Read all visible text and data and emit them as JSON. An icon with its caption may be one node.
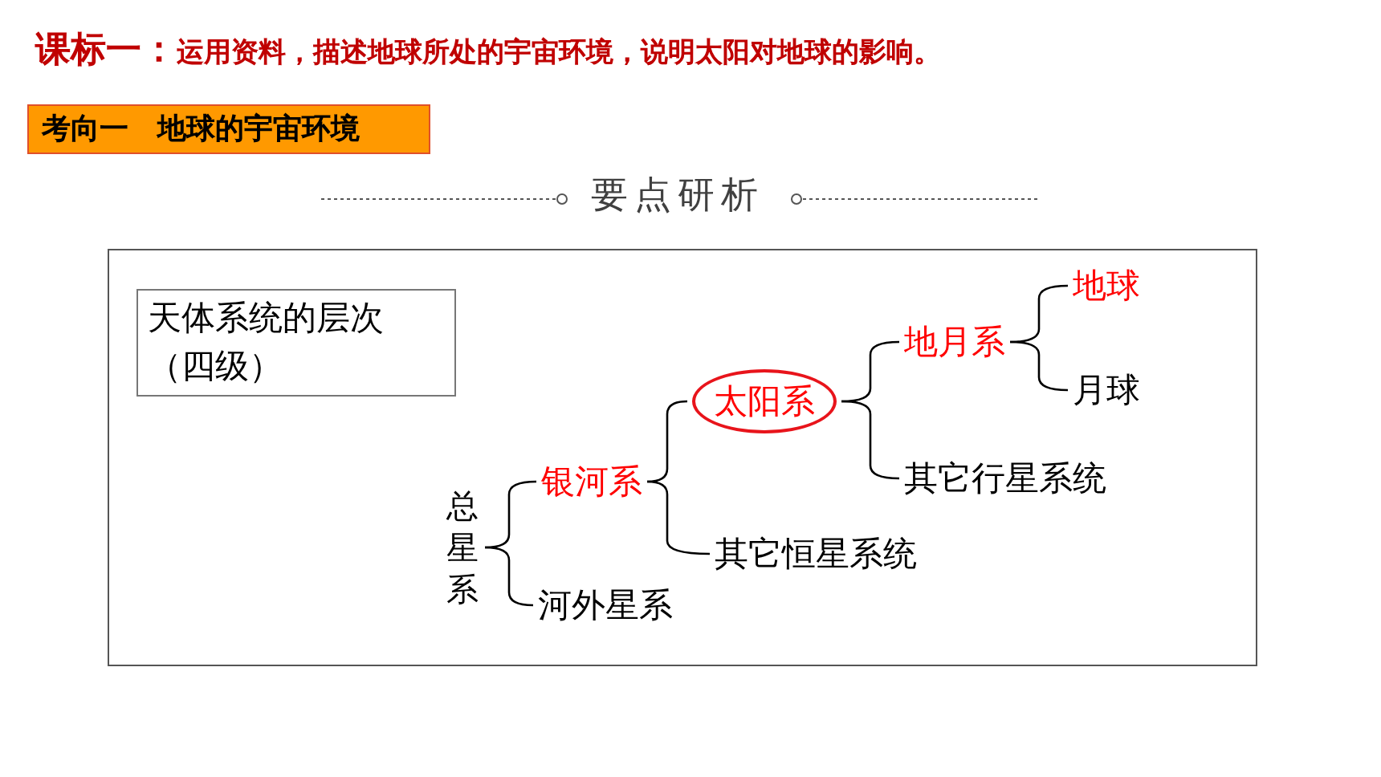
{
  "diagram": {
    "title": "**课标一：**运用资料，描述地球所处的宇宙环境，说明太阳对地球的影响。",
    "nodes": [
      {
        "text": [
          "考向一　地球的宇宙环境"
        ]
      },
      {
        "text": [],
        "shape": "box"
      },
      {
        "text": [
          "天体系统的层次（四级）"
        ],
        "in": 1
      },
      {
        "text": [
          "总星系"
        ],
        "in": 1
      },
      {
        "text": [
          "银河系"
        ],
        "in": 1
      },
      {
        "text": [
          "河外星系"
        ],
        "in": 1
      },
      {
        "text": [
          "太阳系"
        ],
        "in": 1
      },
      {
        "text": [
          "其它恒星系统"
        ],
        "in": 1
      },
      {
        "text": [
          "地月系"
        ],
        "in": 1
      },
      {
        "text": [
          "其它行星系统"
        ],
        "in": 1
      },
      {
        "text": [
          "地球"
        ],
        "in": 1
      },
      {
        "text": [
          "月球"
        ],
        "in": 1
      }
    ],
    "edges": [
      {
        "from": 3,
        "to": 4,
        "arrow": "none"
      },
      {
        "from": 3,
        "to": 5,
        "arrow": "none"
      },
      {
        "from": 4,
        "to": 6,
        "arrow": "none"
      },
      {
        "from": 4,
        "to": 7,
        "arrow": "none"
      },
      {
        "from": 6,
        "to": 8,
        "arrow": "none"
      },
      {
        "from": 6,
        "to": 9,
        "arrow": "none"
      },
      {
        "from": 8,
        "to": 10,
        "arrow": "none"
      },
      {
        "from": 8,
        "to": 11,
        "arrow": "none"
      }
    ],
    "labels": [
      "要点研析"
    ]
  }
}
